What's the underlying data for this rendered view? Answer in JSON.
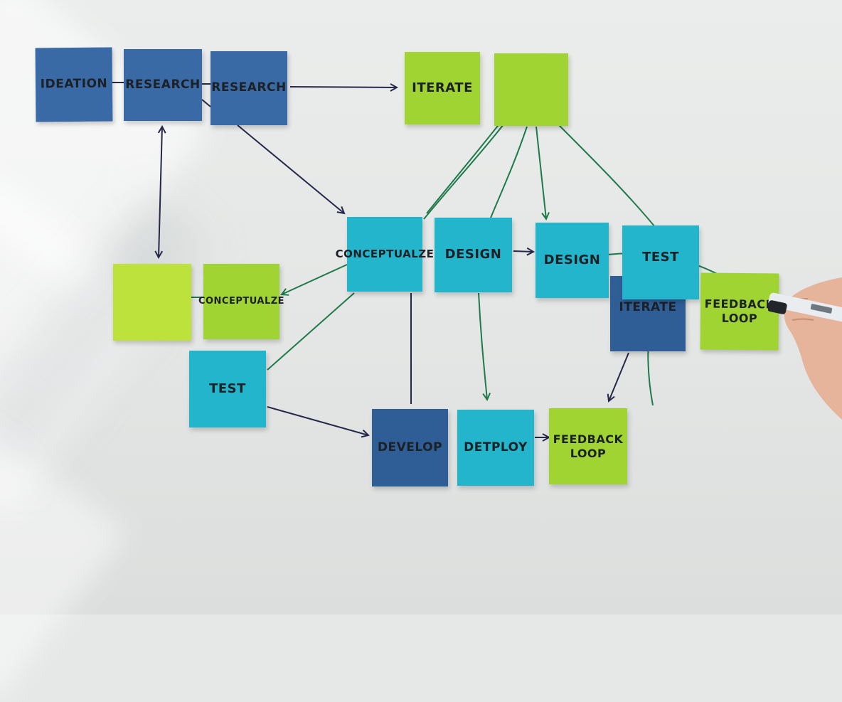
{
  "notes": {
    "ideation": "IDEATION",
    "research_1": "RESEARCH",
    "research_2": "RESEARCH",
    "iterate_top": "ITERATE",
    "conceptualize_center": "CONCEPTUALZE",
    "design_1": "DESIGN",
    "design_2": "DESIGN",
    "test_right": "TEST",
    "iterate_right": "ITERATE",
    "feedback_right_1": "FEEDBACK",
    "feedback_right_2": "LOOP",
    "conceptualize_left": "CONCEPTUALZE",
    "test_left": "TEST",
    "develop": "DEVELOP",
    "deploy": "DETPLOY",
    "feedback_bottom_1": "FEEDBACK",
    "feedback_bottom_2": "LOOP"
  },
  "colors": {
    "blue_note": "#3a6aa6",
    "cyan_note": "#22b5cc",
    "lime_note": "#9fd432",
    "pen_line": "#26284a",
    "string": "#1e7a4a"
  }
}
